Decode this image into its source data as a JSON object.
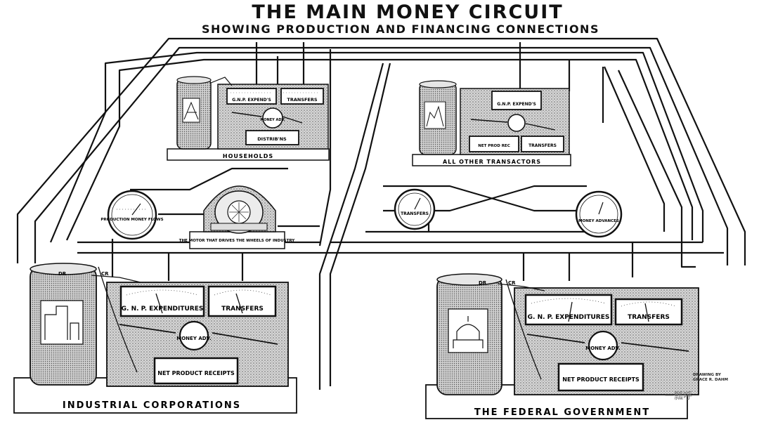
{
  "title": "THE MAIN MONEY CIRCUIT",
  "subtitle": "SHOWING PRODUCTION AND FINANCING CONNECTIONS",
  "sectors": {
    "households": {
      "label": "HOUSEHOLDS",
      "meters": {
        "gnp_expenditures": "G.N.P. EXPEND'S",
        "transfers": "TRANSFERS",
        "money_adv": "MONEY ADV.",
        "distributions": "DISTRIB'NS"
      }
    },
    "other": {
      "label": "ALL OTHER TRANSACTORS",
      "meters": {
        "gnp_expenditures": "G.N.P. EXPEND'S",
        "net_prod_rec": "NET PROD REC",
        "transfers": "TRANSFERS"
      }
    },
    "corporations": {
      "label": "INDUSTRIAL CORPORATIONS",
      "meters": {
        "gnp_expenditures": "G. N. P. EXPENDITURES",
        "transfers": "TRANSFERS",
        "money_adv": "MONEY ADV.",
        "net_product_receipts": "NET PRODUCT RECEIPTS"
      }
    },
    "government": {
      "label": "THE FEDERAL GOVERNMENT",
      "meters": {
        "gnp_expenditures": "G. N. P. EXPENDITURES",
        "transfers": "TRANSFERS",
        "money_adv": "MONEY ADV.",
        "net_product_receipts": "NET PRODUCT RECEIPTS"
      }
    }
  },
  "center": {
    "production_gauge": "PRODUCTION MONEY FLOWS",
    "transfers_gauge": "TRANSFERS",
    "money_advances_gauge": "MONEY ADVANCES",
    "motor_label": "THE MOTOR THAT DRIVES THE WHEELS OF INDUSTRY"
  },
  "tank_marks": {
    "dr": "DR",
    "cr": "CR"
  },
  "credit": "DRAWING BY GRACE R. DAHM",
  "watermark": "一瓢呼"
}
